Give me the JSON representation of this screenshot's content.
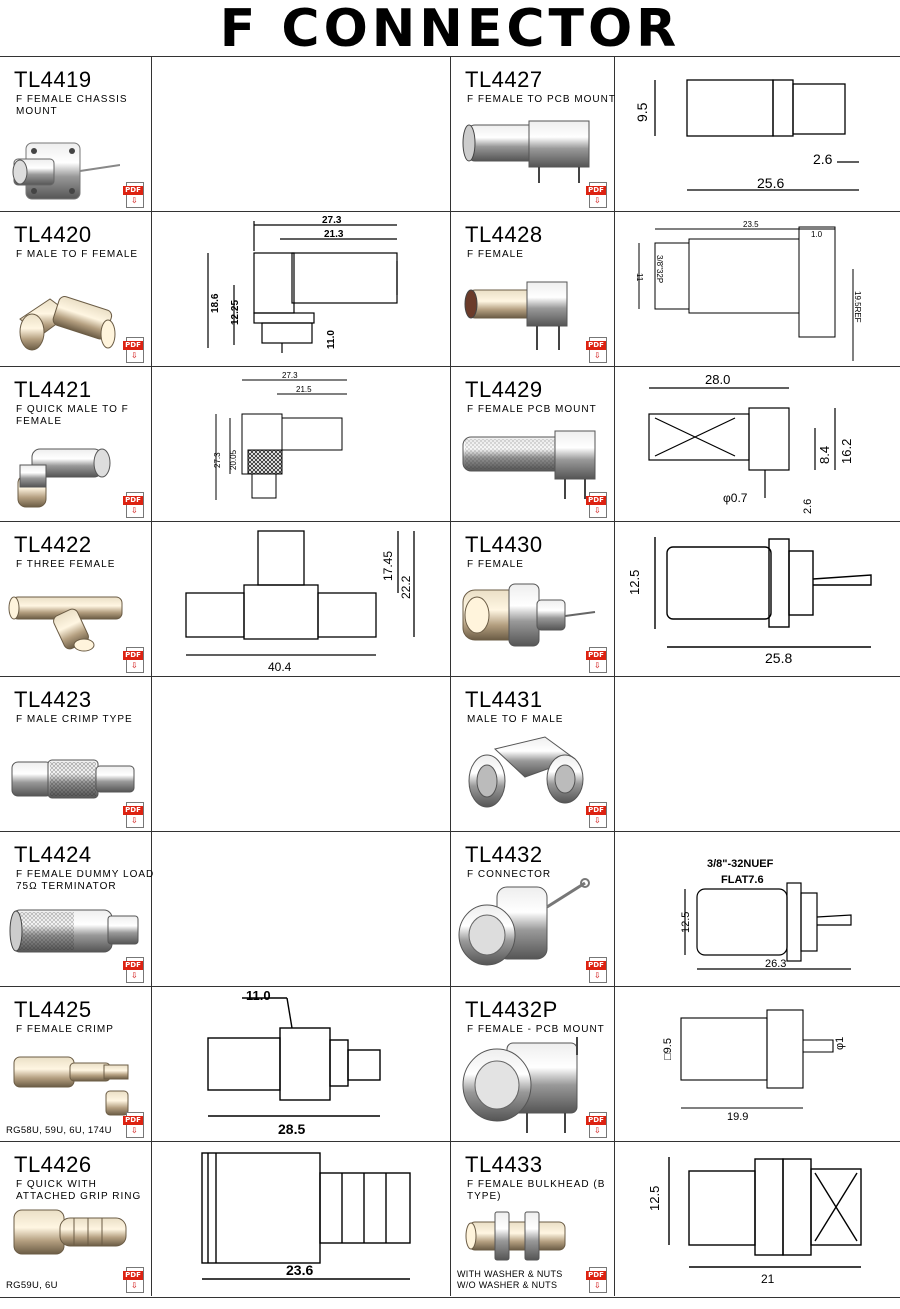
{
  "title": "F CONNECTOR",
  "pdf_label": "PDF",
  "left": [
    {
      "code": "TL4419",
      "desc": "F FEMALE CHASSIS MOUNT",
      "note": ""
    },
    {
      "code": "TL4420",
      "desc": "F MALE TO F FEMALE",
      "note": ""
    },
    {
      "code": "TL4421",
      "desc": "F QUICK MALE TO F FEMALE",
      "note": ""
    },
    {
      "code": "TL4422",
      "desc": "F THREE FEMALE",
      "note": ""
    },
    {
      "code": "TL4423",
      "desc": "F MALE CRIMP TYPE",
      "note": ""
    },
    {
      "code": "TL4424",
      "desc": "F FEMALE DUMMY LOAD 75Ω TERMINATOR",
      "note": ""
    },
    {
      "code": "TL4425",
      "desc": "F FEMALE CRIMP",
      "note": "RG58U, 59U, 6U, 174U"
    },
    {
      "code": "TL4426",
      "desc": "F QUICK WITH ATTACHED GRIP RING",
      "note": "RG59U, 6U"
    }
  ],
  "right": [
    {
      "code": "TL4427",
      "desc": "F FEMALE TO PCB MOUNT",
      "note": ""
    },
    {
      "code": "TL4428",
      "desc": "F FEMALE",
      "note": ""
    },
    {
      "code": "TL4429",
      "desc": "F FEMALE PCB MOUNT",
      "note": ""
    },
    {
      "code": "TL4430",
      "desc": "F FEMALE",
      "note": ""
    },
    {
      "code": "TL4431",
      "desc": "MALE TO F MALE",
      "note": ""
    },
    {
      "code": "TL4432",
      "desc": "F CONNECTOR",
      "note": ""
    },
    {
      "code": "TL4432P",
      "desc": "F FEMALE - PCB MOUNT",
      "note": ""
    },
    {
      "code": "TL4433",
      "desc": "F FEMALE BULKHEAD (B TYPE)",
      "note": "WITH WASHER & NUTS\nW/O WASHER & NUTS"
    }
  ],
  "dims": {
    "tl4420": {
      "a": "27.3",
      "b": "21.3",
      "c": "18.6",
      "d": "12.25",
      "e": "11.0"
    },
    "tl4421": {
      "a": "27.3",
      "b": "21.5",
      "c": "27.3",
      "d": "20.05"
    },
    "tl4422": {
      "a": "17.45",
      "b": "22.2",
      "c": "40.4"
    },
    "tl4425": {
      "a": "11.0",
      "b": "28.5"
    },
    "tl4426": {
      "a": "23.6"
    },
    "tl4427": {
      "a": "9.5",
      "b": "2.6",
      "c": "25.6"
    },
    "tl4428": {
      "a": "23.5",
      "b": "1.0",
      "c": "11",
      "d": "3/8\"32P",
      "e": "19.5REF"
    },
    "tl4429": {
      "a": "28.0",
      "b": "8.4",
      "c": "16.2",
      "d": "φ0.7",
      "e": "2.6"
    },
    "tl4430": {
      "a": "12.5",
      "b": "25.8"
    },
    "tl4432": {
      "a": "3/8\"-32NUEF",
      "b": "FLAT7.6",
      "c": "12.5",
      "d": "26.3"
    },
    "tl4432p": {
      "a": "□9.5",
      "b": "φ1",
      "c": "19.9"
    },
    "tl4433": {
      "a": "12.5",
      "b": "21"
    }
  }
}
